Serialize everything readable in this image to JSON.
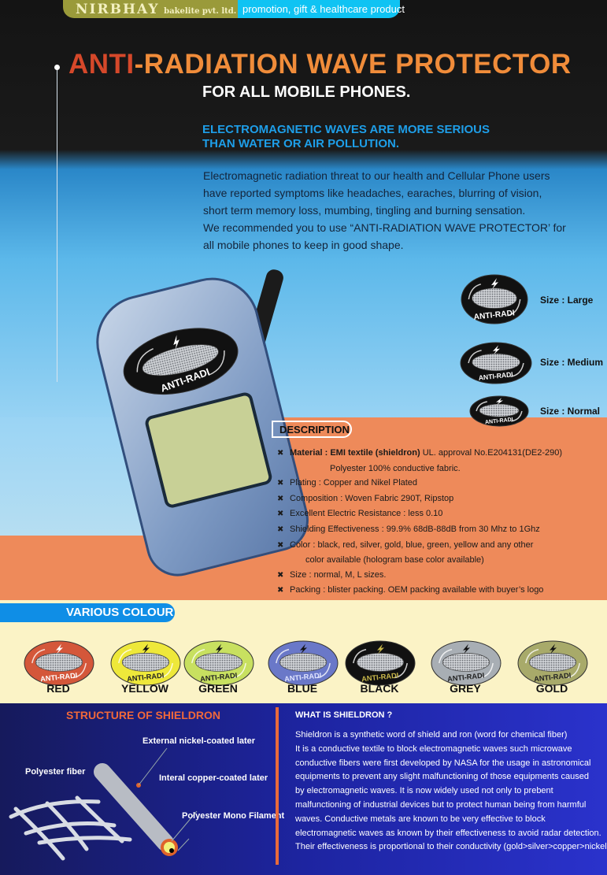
{
  "header": {
    "brand_name": "NIRBHAY",
    "brand_suffix": "bakelite pvt. ltd.",
    "tagline": "promotion, gift & healthcare product"
  },
  "hero": {
    "title_part1": "ANTI",
    "title_part2": "-RADIATION WAVE PROTECTOR",
    "subtitle": "FOR ALL MOBILE PHONES.",
    "headline_lines": [
      "ELECTROMAGNETIC WAVES ARE MORE SERIOUS",
      "THAN WATER OR AIR POLLUTION."
    ],
    "paragraph_lines": [
      "Electromagnetic radiation threat to our health and Cellular Phone users",
      "have reported symptoms like headaches, earaches, blurring of vision,",
      "short term memory loss, mumbing, tingling and burning sensation.",
      "We recommended you to use “ANTI-RADIATION WAVE PROTECTOR’ for",
      "all mobile phones to keep in good shape."
    ]
  },
  "badge_text": "ANTI-RADI",
  "sizes": [
    {
      "label": "Size : Large"
    },
    {
      "label": "Size : Medium"
    },
    {
      "label": "Size : Normal"
    }
  ],
  "description": {
    "title": "DESCRIPTION",
    "material_bold": "Material : EMI textile (shieldron)",
    "material_rest": " UL. approval No.E204131(DE2-290)",
    "material_line2": "Polyester 100% conductive fabric.",
    "items": [
      "Plating : Copper and Nikel Plated",
      "Composition : Woven Fabric 290T, Ripstop",
      "Excellent Electric Resistance : less 0.10",
      "Shielding Effectiveness : 99.9% 68dB-88dB from 30 Mhz to 1Ghz"
    ],
    "color_line1": "Color : black, red, silver, gold, blue, green, yellow and any other",
    "color_line2": "color available (hologram base color available)",
    "size_item": "Size : normal, M, L sizes.",
    "packing_item": "Packing : blister packing. OEM packing available with buyer’s logo"
  },
  "colours": {
    "title": "VARIOUS COLOUR",
    "items": [
      {
        "label": "RED",
        "color": "#d4573a",
        "text": "#ffffff"
      },
      {
        "label": "YELLOW",
        "color": "#eee83a",
        "text": "#222222"
      },
      {
        "label": "GREEN",
        "color": "#c8e060",
        "text": "#222222"
      },
      {
        "label": "BLUE",
        "color": "#6a78c8",
        "text": "#e0e4ff"
      },
      {
        "label": "BLACK",
        "color": "#111111",
        "text": "#c9b84a"
      },
      {
        "label": "GREY",
        "color": "#a8aeb4",
        "text": "#222222"
      },
      {
        "label": "GOLD",
        "color": "#a8aa6a",
        "text": "#222222"
      }
    ]
  },
  "structure": {
    "title": "STRUCTURE OF SHIELDRON",
    "labels": {
      "fiber": "Polyester fiber",
      "external": "External nickel-coated later",
      "internal": "Interal copper-coated later",
      "mono": "Polyester Mono Filament"
    }
  },
  "what": {
    "title": "WHAT IS SHIELDRON ?",
    "lines": [
      "Shieldron is a synthetic word of shield and ron (word for chemical fiber)",
      "It is a conductive textile to block electromagnetic waves such microwave",
      "conductive fibers were first developed by NASA for the usage in astronomical",
      "equipments to prevent any slight malfunctioning of those equipments caused",
      "by electromagnetic waves. It is now widely used not only to prebent",
      "malfunctioning of industrial devices but to protect human being from harmful",
      "waves. Conductive metals are known to be very effective to block",
      "electromagnetic waves as known by their effectiveness to avoid radar detection.",
      "Their effectiveness is proportional to their conductivity (gold>silver>copper>nickel)"
    ]
  }
}
